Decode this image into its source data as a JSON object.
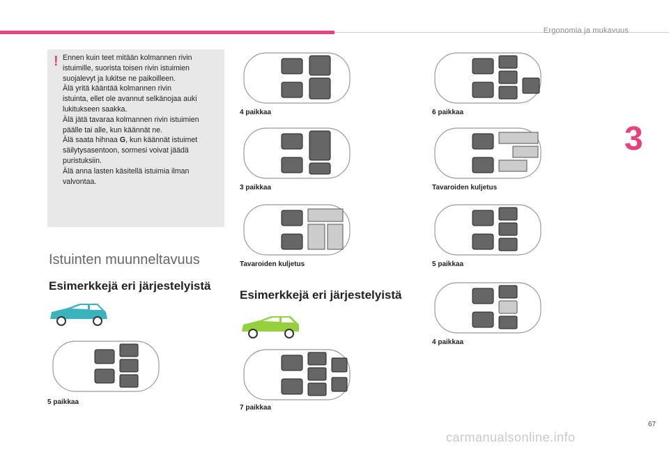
{
  "header": {
    "title": "Ergonomia ja mukavuus"
  },
  "chapter": {
    "number": "3"
  },
  "warning": {
    "lines": [
      "Ennen kuin teet mitään kolmannen rivin",
      "istuimille, suorista toisen rivin istuimien",
      "suojalevyt ja lukitse ne paikoilleen.",
      "Älä yritä kääntää kolmannen rivin",
      "istuinta, ellet ole avannut selkänojaa auki",
      "lukitukseen saakka.",
      "Älä jätä tavaraa kolmannen rivin istuimien",
      "päälle tai alle, kun käännät ne.",
      "Älä saata hihnaa G, kun käännät istuimet",
      "säilytysasentoon, sormesi voivat jäädä",
      "puristuksiin.",
      "Älä anna lasten käsitellä istuimia ilman",
      "valvontaa."
    ]
  },
  "section": {
    "title": "Istuinten muunneltavuus",
    "left_heading": "Esimerkkejä eri järjestelyistä",
    "right_heading": "Esimerkkejä eri järjestelyistä"
  },
  "captions": {
    "c1": "5 paikkaa",
    "c2": "4 paikkaa",
    "c3": "3 paikkaa",
    "c4": "Tavaroiden kuljetus",
    "c5": "7 paikkaa",
    "c6": "6 paikkaa",
    "c7": "Tavaroiden kuljetus",
    "c8": "5 paikkaa",
    "c9": "4 paikkaa"
  },
  "colors": {
    "accent": "#e8417f",
    "car_teal": "#3bb3bd",
    "car_green": "#95d13c"
  },
  "footer": {
    "page_number": "67",
    "watermark": "carmanualsonline.info"
  }
}
